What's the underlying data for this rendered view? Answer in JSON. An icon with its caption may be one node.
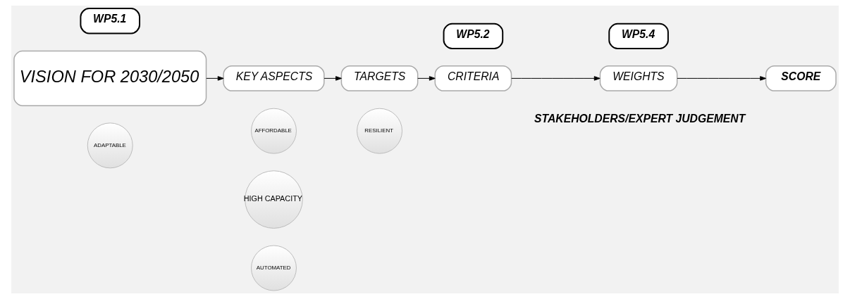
{
  "diagram": {
    "nodes": [
      {
        "text": [
          "WP5.1"
        ]
      },
      {
        "text": [
          "WP5.2"
        ]
      },
      {
        "text": [
          "WP5.4"
        ]
      },
      {
        "text": [
          "VISION FOR 2030/2050"
        ]
      },
      {
        "text": [
          "KEY ASPECTS"
        ]
      },
      {
        "text": [
          "TARGETS"
        ]
      },
      {
        "text": [
          "CRITERIA"
        ]
      },
      {
        "text": [
          "WEIGHTS"
        ]
      },
      {
        "text": [
          "SCORE"
        ]
      },
      {
        "text": [
          "AFFORDABLE"
        ]
      },
      {
        "text": [
          "ADAPTABLE"
        ]
      },
      {
        "text": [
          "HIGH CAPACITY"
        ]
      },
      {
        "text": [
          "RESILIENT"
        ]
      },
      {
        "text": [
          "AUTOMATED"
        ]
      }
    ],
    "edges": [
      {
        "from": 3,
        "to": 4,
        "arrow": "to"
      },
      {
        "from": 4,
        "to": 5,
        "arrow": "to"
      },
      {
        "from": 5,
        "to": 6,
        "arrow": "to"
      },
      {
        "from": 6,
        "to": 7,
        "arrow": "to"
      },
      {
        "from": 7,
        "to": 8,
        "arrow": "to"
      }
    ],
    "labels": [
      "STAKEHOLDERS/EXPERT JUDGEMENT"
    ]
  }
}
